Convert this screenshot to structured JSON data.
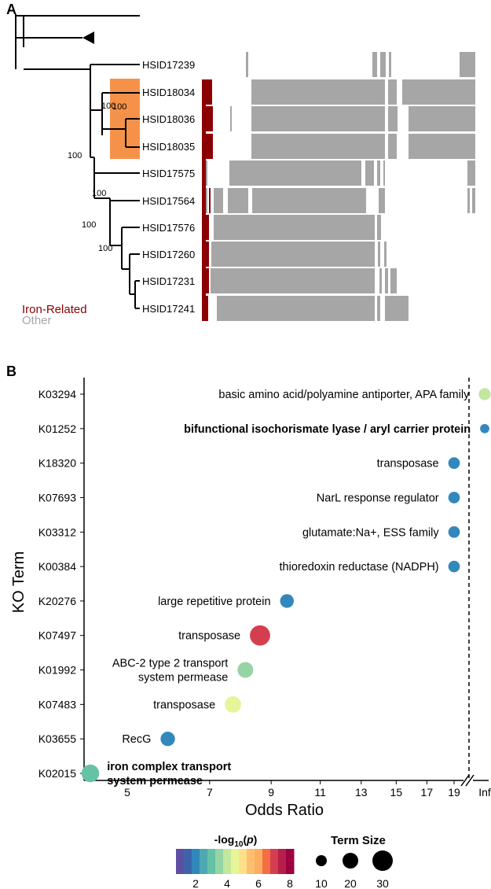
{
  "panel_a": {
    "label": "A",
    "tips": [
      "HSID17239",
      "HSID18034",
      "HSID18036",
      "HSID18035",
      "HSID17575",
      "HSID17564",
      "HSID17576",
      "HSID17260",
      "HSID17231",
      "HSID17241"
    ],
    "bootstraps": [
      "100",
      "100",
      "100",
      "100",
      "100"
    ],
    "legend": {
      "iron": {
        "label": "Iron-Related",
        "color": "#8b0000"
      },
      "other": {
        "label": "Other",
        "color": "#a6a6a6"
      }
    },
    "highlight_color": "#f5924a"
  },
  "panel_b": {
    "label": "B",
    "xlabel": "Odds Ratio",
    "ylabel": "KO Term",
    "xticks": [
      "5",
      "7",
      "9",
      "11",
      "13",
      "15",
      "17",
      "19",
      "Inf"
    ],
    "colorbar_title": "-log10(p)",
    "colorbar_ticks": [
      "2",
      "4",
      "6",
      "8"
    ],
    "size_title": "Term Size",
    "size_ticks": [
      "10",
      "20",
      "30"
    ]
  },
  "chart_data": [
    {
      "type": "tree-heatmap",
      "description_items": [
        "HSID17239",
        "HSID18034",
        "HSID18036",
        "HSID18035",
        "HSID17575",
        "HSID17564",
        "HSID17576",
        "HSID17260",
        "HSID17231",
        "HSID17241"
      ],
      "categories": [
        "Iron-Related",
        "Other"
      ]
    },
    {
      "type": "scatter",
      "xlabel": "Odds Ratio",
      "ylabel": "KO Term",
      "x_scale": "log",
      "x_ticks": [
        5,
        7,
        9,
        11,
        13,
        15,
        17,
        19,
        "Inf"
      ],
      "color_scale": {
        "name": "-log10(p)",
        "range": [
          1,
          8
        ]
      },
      "size_scale": {
        "name": "Term Size",
        "ticks": [
          10,
          20,
          30
        ]
      },
      "points": [
        {
          "ko": "K03294",
          "label": "basic amino acid/polyamine antiporter, APA family",
          "bold": false,
          "x": "Inf",
          "neglogp": 4.2,
          "size": 8
        },
        {
          "ko": "K01252",
          "label": "bifunctional isochorismate lyase / aryl carrier protein",
          "bold": true,
          "x": "Inf",
          "neglogp": 2.2,
          "size": 3
        },
        {
          "ko": "K18320",
          "label": "transposase",
          "bold": false,
          "x": 19,
          "neglogp": 2.0,
          "size": 7
        },
        {
          "ko": "K07693",
          "label": "NarL response regulator",
          "bold": false,
          "x": 19,
          "neglogp": 2.0,
          "size": 7
        },
        {
          "ko": "K03312",
          "label": "glutamate:Na+, ESS family",
          "bold": false,
          "x": 19,
          "neglogp": 2.0,
          "size": 7
        },
        {
          "ko": "K00384",
          "label": "thioredoxin reductase (NADPH)",
          "bold": false,
          "x": 19,
          "neglogp": 2.0,
          "size": 7
        },
        {
          "ko": "K20276",
          "label": "large repetitive protein",
          "bold": false,
          "x": 9.6,
          "neglogp": 2.2,
          "size": 12
        },
        {
          "ko": "K07497",
          "label": "transposase",
          "bold": false,
          "x": 8.6,
          "neglogp": 7.0,
          "size": 36
        },
        {
          "ko": "K01992",
          "label": "ABC-2 type 2 transport\nsystem permease",
          "bold": false,
          "x": 8.1,
          "neglogp": 3.3,
          "size": 18
        },
        {
          "ko": "K07483",
          "label": "transposase",
          "bold": false,
          "x": 7.7,
          "neglogp": 4.6,
          "size": 20
        },
        {
          "ko": "K03655",
          "label": "RecG",
          "bold": false,
          "x": 5.9,
          "neglogp": 1.8,
          "size": 14
        },
        {
          "ko": "K02015",
          "label": "iron complex transport\nsystem permease",
          "bold": true,
          "x": 4.3,
          "neglogp": 3.0,
          "size": 25
        }
      ]
    }
  ]
}
